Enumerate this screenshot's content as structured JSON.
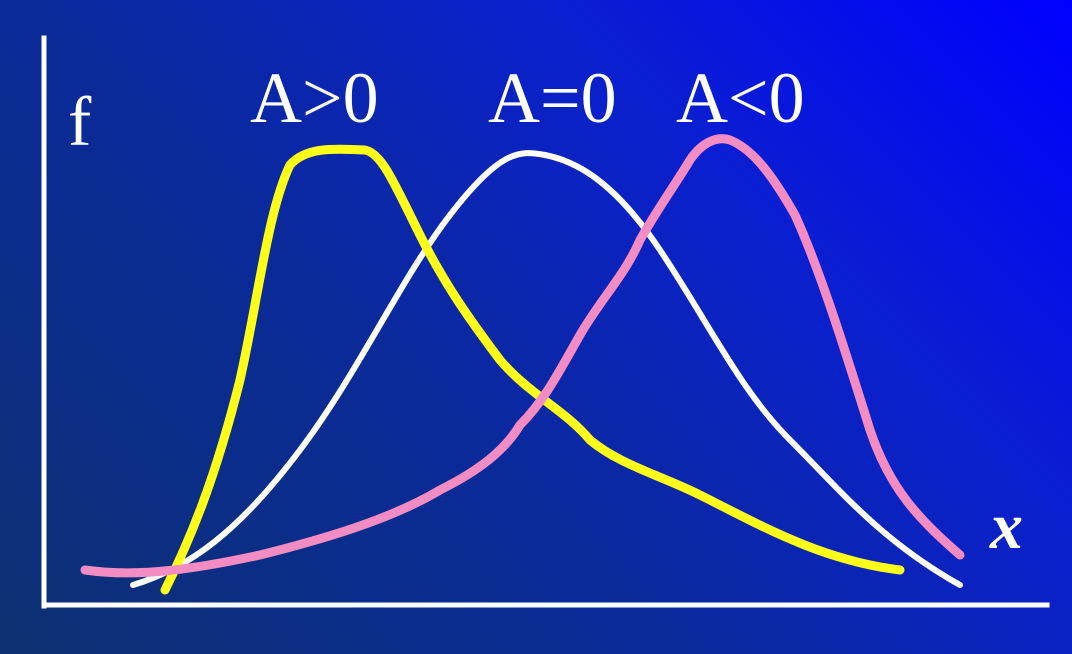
{
  "axis_labels": {
    "y": "f",
    "x": "x"
  },
  "curve_labels": {
    "positive": "A>0",
    "zero": "A=0",
    "negative": "A<0"
  },
  "colors": {
    "axes": "#ffffff",
    "positive_curve": "#ffff1a",
    "zero_curve": "#ffffff",
    "negative_curve": "#f48cc4"
  }
}
